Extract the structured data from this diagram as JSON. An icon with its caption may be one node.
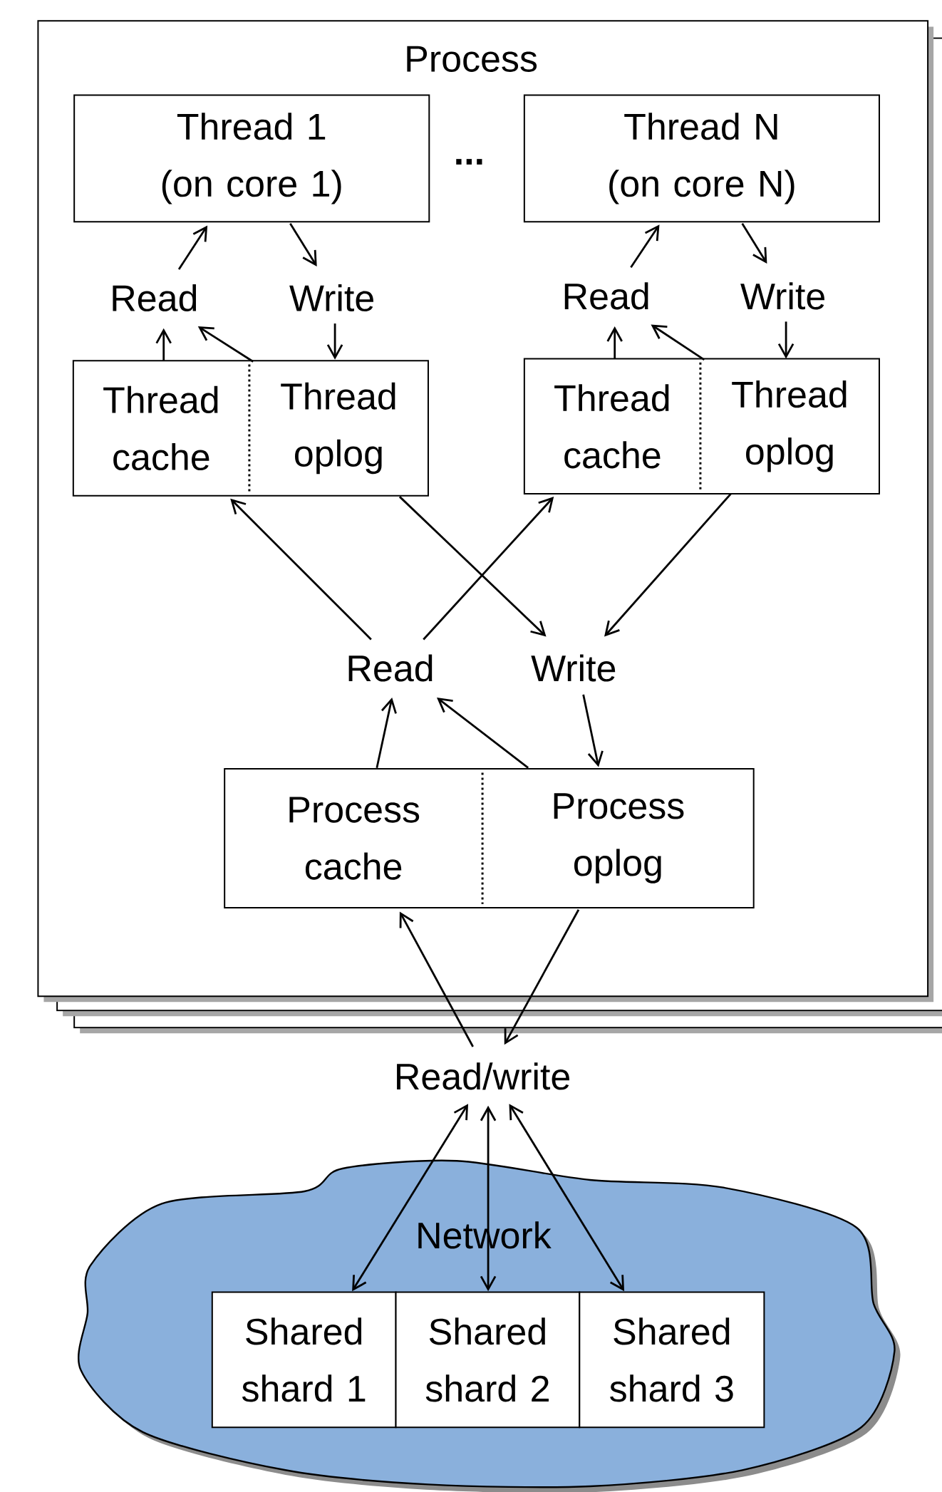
{
  "diagram": {
    "nodes": [
      {
        "text": [
          "Process"
        ]
      },
      {
        "text": [
          "Thread 1 (on core 1)"
        ],
        "in": 0
      },
      {
        "text": [
          "Thread N (on core N)"
        ],
        "in": 0
      },
      {
        "text": [
          "Read"
        ],
        "in": 0
      },
      {
        "text": [
          "Write"
        ],
        "in": 0
      },
      {
        "text": [
          "Read"
        ],
        "in": 0
      },
      {
        "text": [
          "Write"
        ],
        "in": 0
      },
      {
        "text": [
          "Thread cache"
        ],
        "in": 0
      },
      {
        "text": [
          "Thread oplog"
        ],
        "in": 0
      },
      {
        "text": [
          "Thread cache"
        ],
        "in": 0
      },
      {
        "text": [
          "Thread oplog"
        ],
        "in": 0
      },
      {
        "text": [
          "Read"
        ],
        "in": 0
      },
      {
        "text": [
          "Write"
        ],
        "in": 0
      },
      {
        "text": [
          "Process cache"
        ],
        "in": 0
      },
      {
        "text": [
          "Process oplog"
        ],
        "in": 0
      },
      {
        "text": [
          "Read/write"
        ]
      },
      {
        "text": [
          "Network"
        ]
      },
      {
        "text": [
          "Shared shard 1"
        ],
        "in": 16
      },
      {
        "text": [
          "Shared shard 2"
        ],
        "in": 16
      },
      {
        "text": [
          "Shared shard 3"
        ],
        "in": 16
      }
    ],
    "edges": [
      {
        "from": 3,
        "to": 1,
        "arrow": "to"
      },
      {
        "from": 1,
        "to": 4,
        "arrow": "to"
      },
      {
        "from": 7,
        "to": 3,
        "arrow": "to"
      },
      {
        "from": 8,
        "to": 3,
        "arrow": "to"
      },
      {
        "from": 4,
        "to": 8,
        "arrow": "to"
      },
      {
        "from": 5,
        "to": 2,
        "arrow": "to"
      },
      {
        "from": 2,
        "to": 6,
        "arrow": "to"
      },
      {
        "from": 9,
        "to": 5,
        "arrow": "to"
      },
      {
        "from": 10,
        "to": 5,
        "arrow": "to"
      },
      {
        "from": 6,
        "to": 10,
        "arrow": "to"
      },
      {
        "from": 11,
        "to": 7,
        "arrow": "to"
      },
      {
        "from": 11,
        "to": 9,
        "arrow": "to"
      },
      {
        "from": 8,
        "to": 12,
        "arrow": "to"
      },
      {
        "from": 10,
        "to": 12,
        "arrow": "to"
      },
      {
        "from": 13,
        "to": 11,
        "arrow": "to"
      },
      {
        "from": 14,
        "to": 11,
        "arrow": "to"
      },
      {
        "from": 12,
        "to": 14,
        "arrow": "to"
      },
      {
        "from": 15,
        "to": 13,
        "arrow": "to"
      },
      {
        "from": 14,
        "to": 15,
        "arrow": "to"
      },
      {
        "from": 15,
        "to": 17,
        "arrow": "both"
      },
      {
        "from": 15,
        "to": 18,
        "arrow": "both"
      },
      {
        "from": 15,
        "to": 19,
        "arrow": "both"
      }
    ],
    "labels": [
      "..."
    ]
  }
}
